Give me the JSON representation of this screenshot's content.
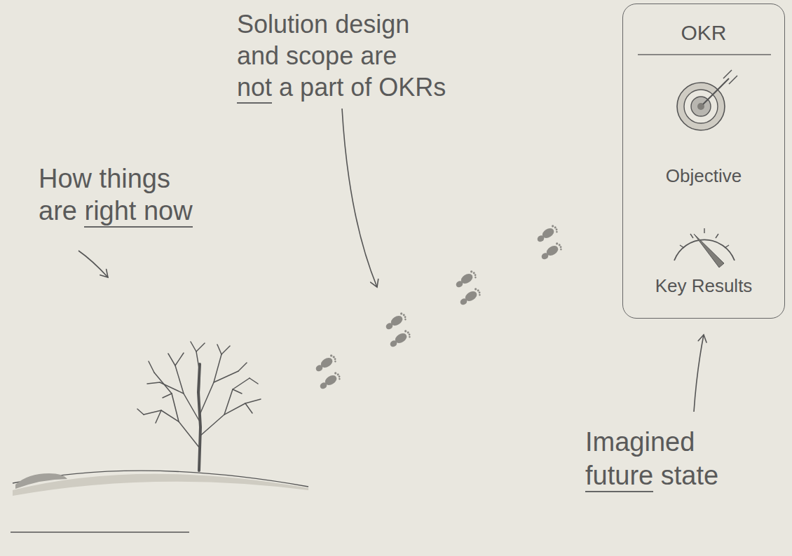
{
  "diagram": {
    "nodes": [
      {
        "text": [
          "OKR",
          "Objective",
          "Key Results"
        ]
      }
    ],
    "labels": [
      "Solution design and scope are not a part of OKRs",
      "How things are right now",
      "Imagined future state"
    ]
  }
}
